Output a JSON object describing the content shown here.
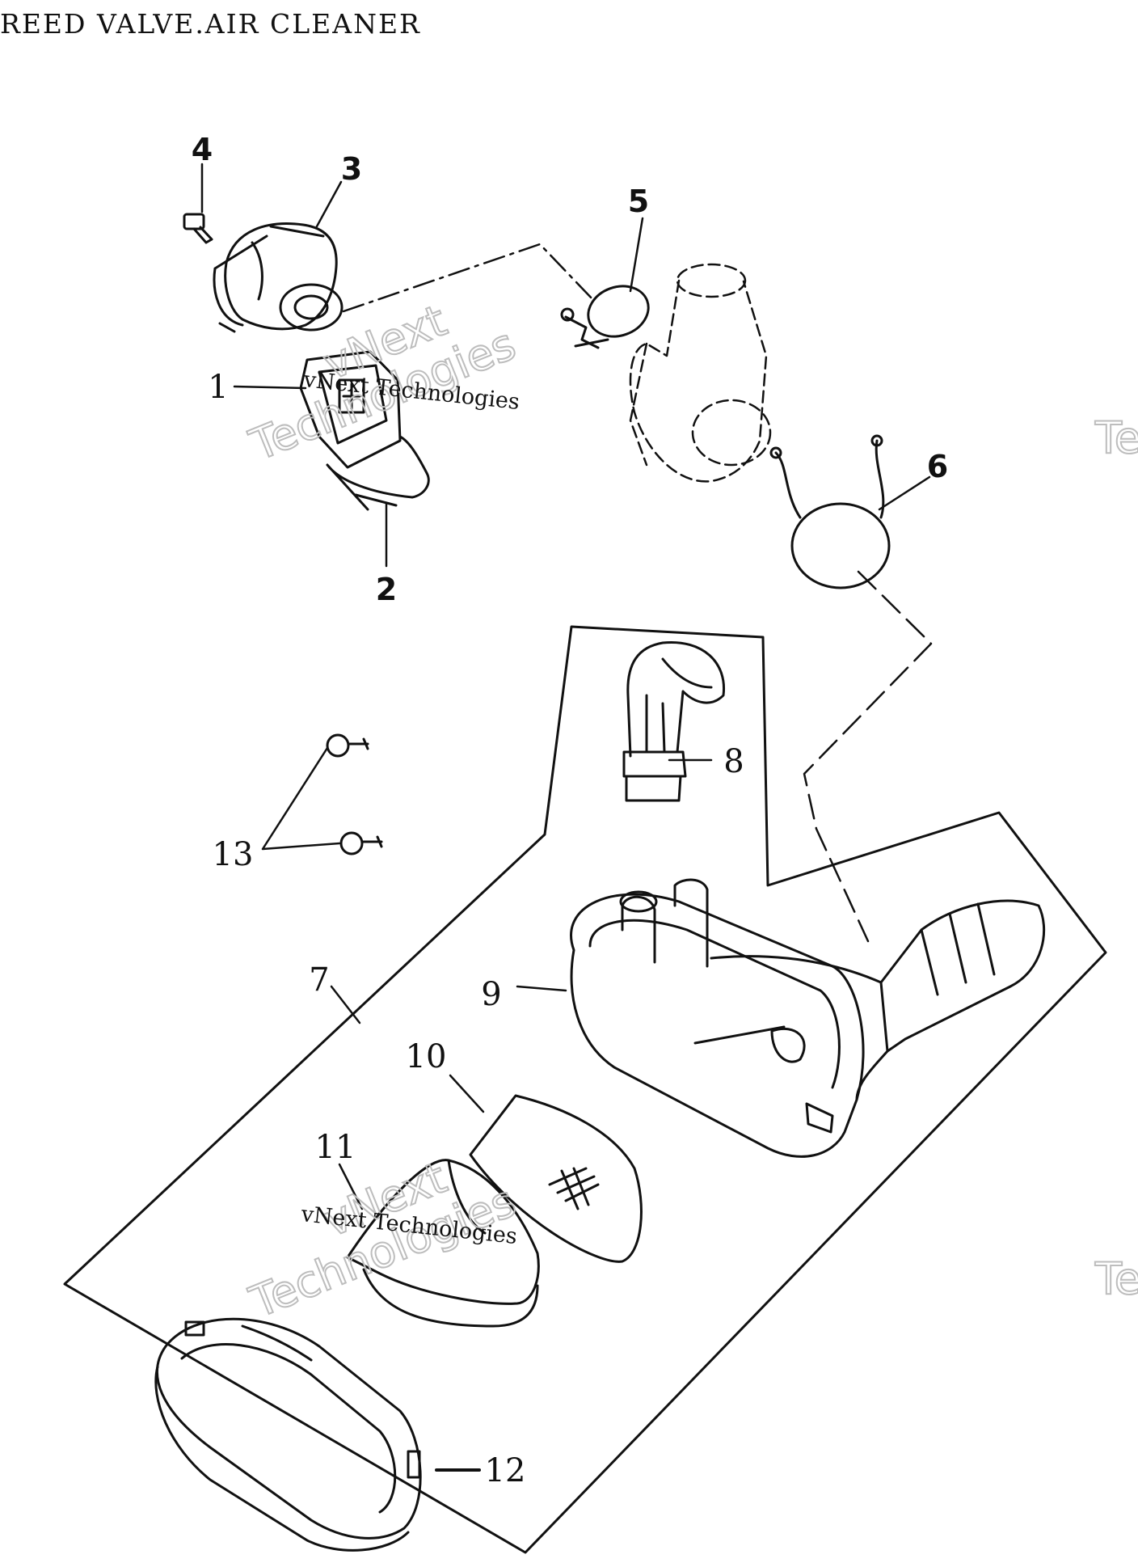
{
  "title": "REED VALVE.AIR CLEANER",
  "callouts": [
    {
      "id": "1",
      "label": "1"
    },
    {
      "id": "2",
      "label": "2"
    },
    {
      "id": "3",
      "label": "3"
    },
    {
      "id": "4",
      "label": "4"
    },
    {
      "id": "5",
      "label": "5"
    },
    {
      "id": "6",
      "label": "6"
    },
    {
      "id": "7",
      "label": "7"
    },
    {
      "id": "8",
      "label": "8"
    },
    {
      "id": "9",
      "label": "9"
    },
    {
      "id": "10",
      "label": "10"
    },
    {
      "id": "11",
      "label": "11"
    },
    {
      "id": "12",
      "label": "12"
    },
    {
      "id": "13",
      "label": "13"
    }
  ],
  "watermarks": {
    "line1": "vNext",
    "line2": "Technologies",
    "inline": "vNext Technologies",
    "edge": "Te"
  }
}
